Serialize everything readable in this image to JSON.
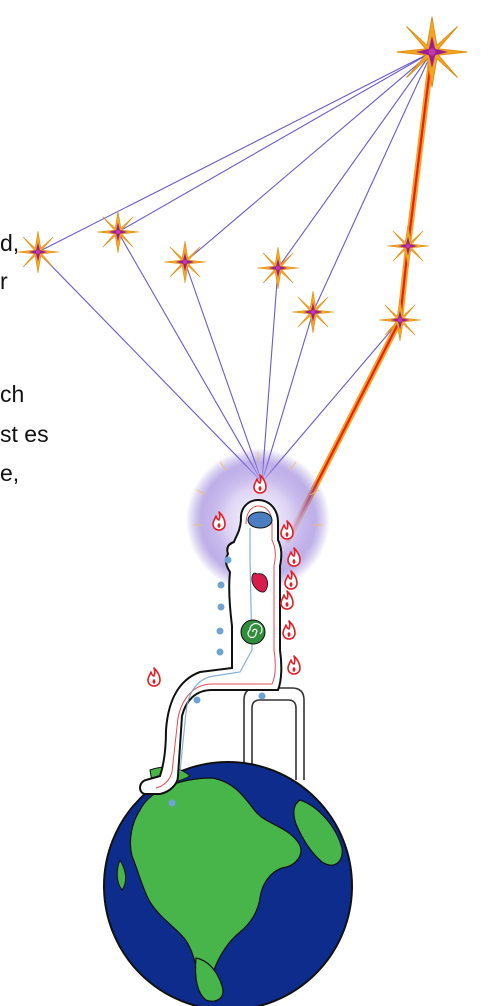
{
  "text_fragments": [
    "d,",
    "r",
    "ch",
    "st es",
    "e,"
  ],
  "colors": {
    "line_purple": "#6a5acd",
    "star_orange": "#f4a623",
    "star_magenta": "#9c1f8f",
    "channel_red": "#e81f1f",
    "channel_orange": "#f6a31c",
    "aura_purple": "#7b5cc9",
    "ocean_blue": "#0d2c8c",
    "land_green": "#47b54a",
    "flame_red": "#e41e26",
    "head_blue": "#4a7ec0",
    "heart_red": "#d71d4c",
    "spiral_green": "#2f8e3a",
    "dot_blue": "#6fa3d2"
  },
  "icons": [
    "star-icon",
    "flame-icon",
    "brain-icon",
    "heart-icon",
    "spiral-icon",
    "earth-globe",
    "chair"
  ]
}
